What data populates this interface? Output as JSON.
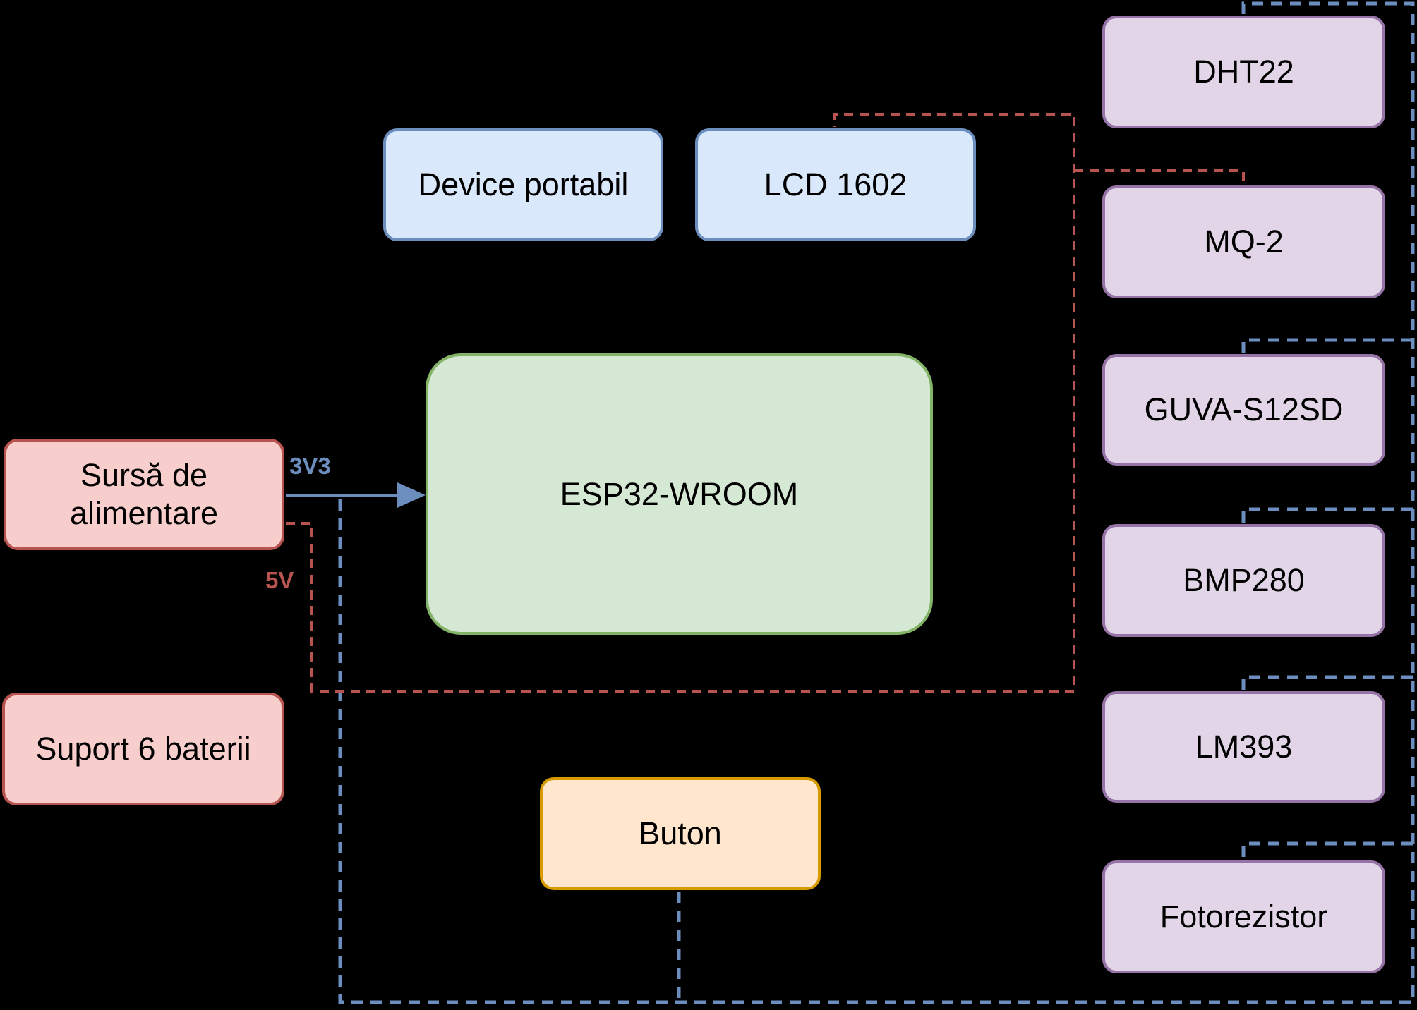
{
  "diagram_type": "esp32-sensor-wiring-block-diagram",
  "colors": {
    "background": "#000000",
    "text": "#000000",
    "wire_blue": "#6c8ebf",
    "wire_red": "#b85450"
  },
  "nodes": {
    "device_portabil": {
      "label": "Device portabil",
      "fill": "#dae8fc",
      "stroke": "#6c8ebf"
    },
    "lcd_1602": {
      "label": "LCD 1602",
      "fill": "#dae8fc",
      "stroke": "#6c8ebf"
    },
    "esp32": {
      "label": "ESP32-WROOM",
      "fill": "#d5e8d4",
      "stroke": "#82b366"
    },
    "sursa_alimentare": {
      "label": "Sursă de alimentare",
      "fill": "#f8cecc",
      "stroke": "#b85450"
    },
    "suport_baterii": {
      "label": "Suport 6 baterii",
      "fill": "#f8cecc",
      "stroke": "#b85450"
    },
    "buton": {
      "label": "Buton",
      "fill": "#ffe6cc",
      "stroke": "#d79b00"
    },
    "dht22": {
      "label": "DHT22",
      "fill": "#e1d5e7",
      "stroke": "#9673a6"
    },
    "mq2": {
      "label": "MQ-2",
      "fill": "#e1d5e7",
      "stroke": "#9673a6"
    },
    "guva_s12sd": {
      "label": "GUVA-S12SD",
      "fill": "#e1d5e7",
      "stroke": "#9673a6"
    },
    "bmp280": {
      "label": "BMP280",
      "fill": "#e1d5e7",
      "stroke": "#9673a6"
    },
    "lm393": {
      "label": "LM393",
      "fill": "#e1d5e7",
      "stroke": "#9673a6"
    },
    "fotorezistor": {
      "label": "Fotorezistor",
      "fill": "#e1d5e7",
      "stroke": "#9673a6"
    }
  },
  "wire_labels": {
    "v33": "3V3",
    "v5": "5V"
  }
}
